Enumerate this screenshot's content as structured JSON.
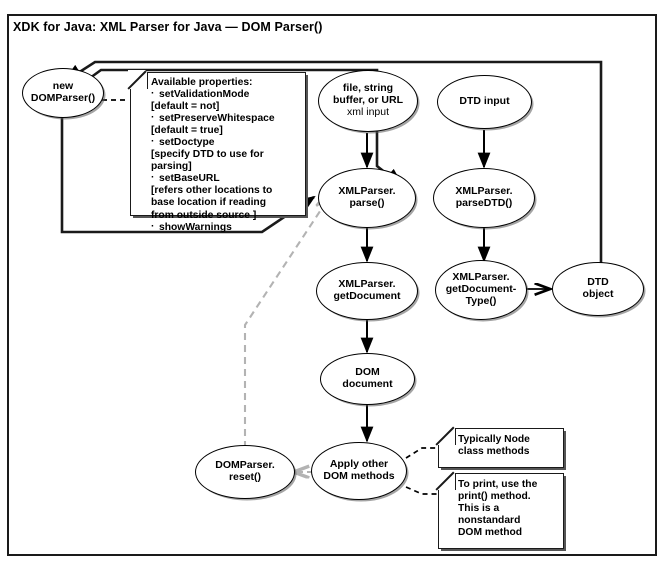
{
  "figure": {
    "title": "XDK for Java: XML Parser for Java — DOM Parser()",
    "frame_color": "#1a1a1a",
    "background": "#ffffff"
  },
  "nodes": {
    "dom_parser": {
      "line1": "new",
      "line2": "DOMParser()"
    },
    "xml_input": {
      "line1": "file, string",
      "line2": "buffer, or URL",
      "sub": "xml input"
    },
    "dtd_input": {
      "line1": "DTD input"
    },
    "parse": {
      "line1": "XMLParser.",
      "line2": "parse()"
    },
    "parse_dtd": {
      "line1": "XMLParser.",
      "line2": "parseDTD()"
    },
    "get_document": {
      "line1": "XMLParser.",
      "line2": "getDocument"
    },
    "get_document_type": {
      "line1": "XMLParser.",
      "line2": "getDocument-",
      "line3": "Type()"
    },
    "dtd_object": {
      "line1": "DTD",
      "line2": "object"
    },
    "dom_document": {
      "line1": "DOM",
      "line2": "document"
    },
    "apply_other": {
      "line1": "Apply other",
      "line2": "DOM methods"
    },
    "reset": {
      "line1": "DOMParser.",
      "line2": "reset()"
    }
  },
  "notes": {
    "available_properties": {
      "header": "Available properties:",
      "items": [
        {
          "name": "setValidationMode",
          "detail": "[default = not]"
        },
        {
          "name": "setPreserveWhitespace",
          "detail": "[default = true]"
        },
        {
          "name": "setDoctype",
          "detail": "[specify DTD to use for",
          "detail2": "parsing]"
        },
        {
          "name": "setBaseURL",
          "detail": "[refers other locations to",
          "detail2": "base location if reading",
          "detail3": "from outside source ]"
        },
        {
          "name": "showWarnings"
        }
      ]
    },
    "typically_node": {
      "lines": [
        "Typically Node",
        "class methods"
      ]
    },
    "to_print": {
      "lines": [
        "To print, use the",
        "print() method.",
        "This is a",
        "nonstandard",
        "DOM method"
      ]
    }
  },
  "edges": {
    "solid_color": "#000000",
    "dashed_gray_color": "#b3b3b3",
    "labels": [
      "dom-parser-to-parse",
      "dom-parser-to-parse-dtd",
      "xml-input-to-parse",
      "dtd-input-to-parse-dtd",
      "parse-to-get-document",
      "parse-dtd-to-get-document-type",
      "get-document-type-to-dtd-object",
      "dtd-object-to-dom-parser",
      "get-document-to-dom-document",
      "dom-document-to-apply-other",
      "apply-other-to-reset",
      "reset-to-parse"
    ]
  }
}
